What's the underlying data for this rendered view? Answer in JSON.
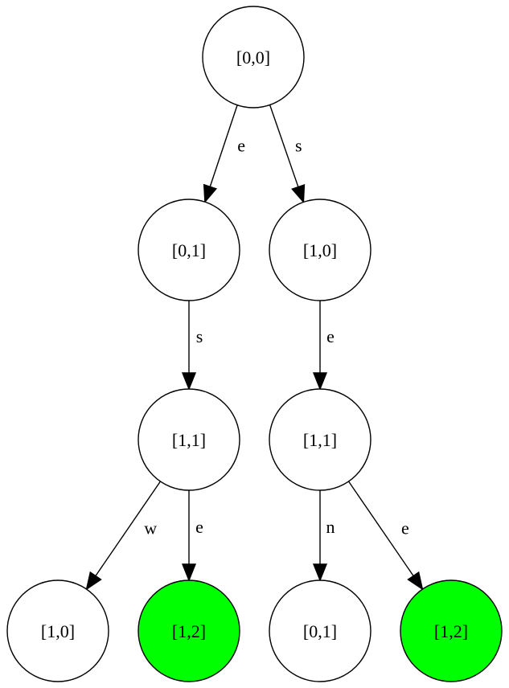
{
  "colors": {
    "default_fill": "#ffffff",
    "goal_fill": "#00ff00",
    "stroke": "#000000"
  },
  "nodes": [
    {
      "id": "n0",
      "label": "[0,0]",
      "goal": false
    },
    {
      "id": "n1",
      "label": "[0,1]",
      "goal": false
    },
    {
      "id": "n2",
      "label": "[1,0]",
      "goal": false
    },
    {
      "id": "n3",
      "label": "[1,1]",
      "goal": false
    },
    {
      "id": "n4",
      "label": "[1,1]",
      "goal": false
    },
    {
      "id": "n5",
      "label": "[1,0]",
      "goal": false
    },
    {
      "id": "n6",
      "label": "[1,2]",
      "goal": true
    },
    {
      "id": "n7",
      "label": "[0,1]",
      "goal": false
    },
    {
      "id": "n8",
      "label": "[1,2]",
      "goal": true
    }
  ],
  "edges": [
    {
      "from": "n0",
      "to": "n1",
      "label": "e"
    },
    {
      "from": "n0",
      "to": "n2",
      "label": "s"
    },
    {
      "from": "n1",
      "to": "n3",
      "label": "s"
    },
    {
      "from": "n2",
      "to": "n4",
      "label": "e"
    },
    {
      "from": "n3",
      "to": "n5",
      "label": "w"
    },
    {
      "from": "n3",
      "to": "n6",
      "label": "e"
    },
    {
      "from": "n4",
      "to": "n7",
      "label": "n"
    },
    {
      "from": "n4",
      "to": "n8",
      "label": "e"
    }
  ]
}
